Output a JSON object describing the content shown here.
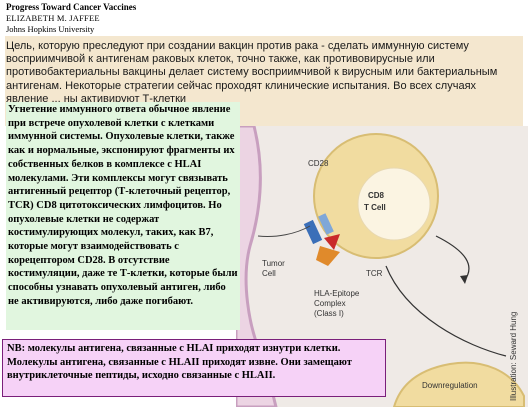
{
  "header": {
    "title": "Progress Toward Cancer Vaccines",
    "author": "ELIZABETH M. JAFFEE",
    "affiliation": "Johns Hopkins University"
  },
  "intro_paragraph": "Цель, которую преследуют при создании вакцин против рака - сделать иммунную систему восприимчивой к антигенам раковых клеток, точно также, как противовирусные или противобактериальны вакцины делает систему восприимчивой к вирусным или бактериальным антигенам. Некоторые стратегии сейчас проходят клинические испытания. Во всех случаях явление ... ны активируют Т-клетки",
  "green_note": "Угнетение иммунного ответа обычное явление при встрече опухолевой клетки с клетками иммунной системы. Опухолевые клетки, также как и нормальные, экспонируют фрагменты их собственных белков в комплексе с HLAI молекулами. Эти комплексы могут связывать антигенный рецептор (Т-клеточный рецептор, TCR) CD8 цитотоксических лимфоцитов. Но опухолевые клетки не содержат костимулирующих молекул, таких, как B7, которые могут взаимодействовать с корецептором CD28. В отсутствие костимуляции, даже те Т-клетки, которые были способны узнавать опухолевый антиген, либо не активируются, либо даже погибают.",
  "nb_note": "NB: молекулы антигена, связанные с HLAI приходят изнутри клетки. Молекулы антигена, связанные с HLAII приходят извне. Они замещают внутриклеточные пептиды, исходно связанные с HLAII.",
  "figure": {
    "labels": {
      "cd28": "CD28",
      "cd8": "CD8",
      "tcell": "T Cell",
      "tumor": "Tumor",
      "cell": "Cell",
      "tcr": "TCR",
      "hla1": "HLA-Epitope",
      "hla2": "Complex",
      "hla3": "(Class I)",
      "downreg": "Downregulation",
      "credit": "Illustration: Seward Hung"
    },
    "colors": {
      "tumor_cell": "#ecd4e3",
      "tumor_membrane": "#c89fbf",
      "tcell": "#f1dca0",
      "nucleus": "#fbf4e2",
      "receptor_blue": "#3b6fb8",
      "receptor_orange": "#e08a2b",
      "epitope_red": "#c92a2a"
    }
  }
}
